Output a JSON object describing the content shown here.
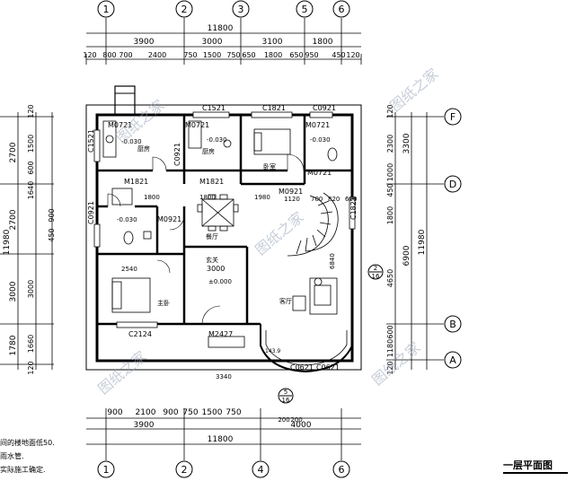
{
  "title": "一层平面图",
  "notes": [
    "间的楼地面低50.",
    "雨水管.",
    "实际施工确定."
  ],
  "watermark": "图纸之家",
  "axes_top": [
    "1",
    "2",
    "3",
    "5",
    "6"
  ],
  "axes_bottom": [
    "1",
    "2",
    "4",
    "6"
  ],
  "axes_right": [
    "F",
    "D",
    "B",
    "A"
  ],
  "axis_mid": {
    "num": "2",
    "den": "16"
  },
  "axis_mid_bottom": {
    "num": "5",
    "den": "16"
  },
  "dims_top_total": "11800",
  "dims_top_row1": [
    "3900",
    "3000",
    "3100",
    "1800"
  ],
  "dims_top_row2": [
    "120",
    "800",
    "700",
    "2400",
    "750",
    "1500",
    "750",
    "650",
    "1800",
    "650",
    "950",
    "450",
    "120"
  ],
  "dims_bottom_total": "11800",
  "dims_bottom_row1": [
    "3900",
    "4000",
    "200",
    "200"
  ],
  "dims_bottom_row2": [
    "900",
    "2100",
    "900",
    "750",
    "1500",
    "750"
  ],
  "dims_left_total": "11980",
  "dims_left_row1": [
    "2700",
    "2700",
    "3000",
    "1780"
  ],
  "dims_left_row2": [
    "120",
    "1500",
    "600",
    "1640",
    "900",
    "450",
    "3000",
    "1660",
    "120"
  ],
  "dims_right_total": "11980",
  "dims_right_row1": [
    "3300",
    "6900"
  ],
  "dims_right_row2": [
    "120",
    "2300",
    "1000",
    "450",
    "1800",
    "4650",
    "600",
    "1180",
    "120"
  ],
  "rooms": {
    "kitchen1": "厨房",
    "kitchen2": "厨房",
    "bedroom1": "卧室",
    "dining": "餐厅",
    "living": "客厅",
    "master": "主卧",
    "foyer": "玄关",
    "kitchen_label": "厨房"
  },
  "labels": {
    "m0721a": "M0721",
    "m0721b": "M0721",
    "m0721c": "M0721",
    "m0721d": "M0721",
    "c1521a": "C1521",
    "c1521b": "C1521",
    "c1821": "C1821",
    "c0921a": "C0921",
    "c0921b": "C0921",
    "c0921c": "C0921",
    "m1821a": "M1821",
    "m1821b": "M1821",
    "m0921a": "M0921",
    "m0921b": "M0921",
    "c1821b": "C1821",
    "c2124": "C2124",
    "m2427": "M2427",
    "c0621a": "C0621",
    "c0621b": "C0621",
    "lvl1": "-0.030",
    "lvl2": "-0.030",
    "lvl3": "-0.030",
    "lvl4": "-0.030",
    "lvl0": "±0.000",
    "d3000": "3000",
    "d1800a": "1800",
    "d1800b": "1800",
    "d1980": "1980",
    "d1120": "1120",
    "d700": "700",
    "d820": "820",
    "d600": "600",
    "d2540": "2540",
    "d3340": "3340",
    "d6840": "6840",
    "dsmall": "143.9"
  }
}
